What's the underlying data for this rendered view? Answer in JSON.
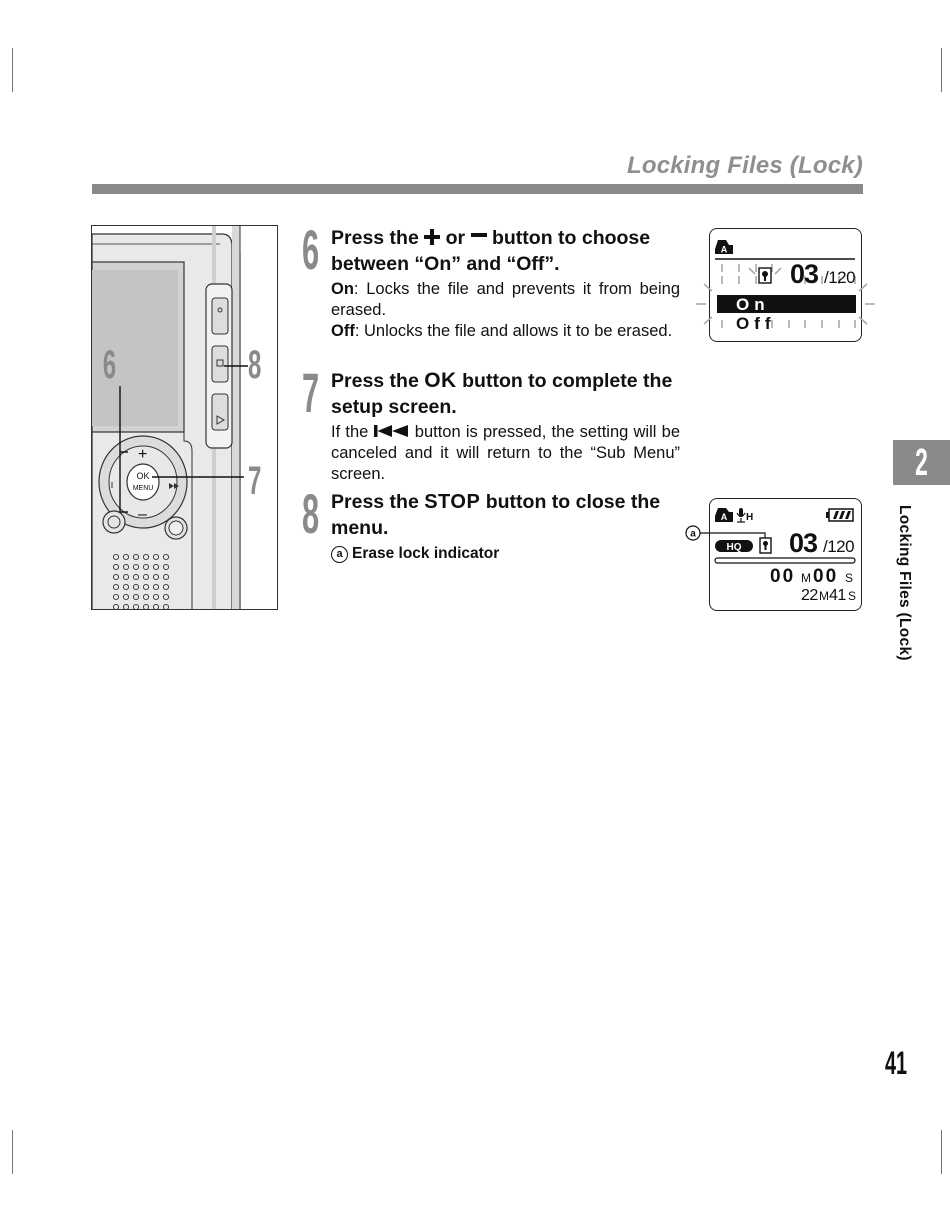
{
  "header": {
    "section_title": "Locking Files (Lock)"
  },
  "figure": {
    "callout_6": "6",
    "callout_7": "7",
    "callout_8": "8",
    "plus_label": "+",
    "minus_label": "–",
    "ok_label": "OK",
    "menu_label": "MENU"
  },
  "steps": [
    {
      "number": "6",
      "heading_pre": "Press the ",
      "heading_mid": " or ",
      "heading_post": " button to choose between “On” and “Off”.",
      "on_label": "On",
      "on_text": ": Locks the file and prevents it from being erased.",
      "off_label": "Off",
      "off_text": ": Unlocks the file and allows it to be erased."
    },
    {
      "number": "7",
      "heading_pre": "Press the ",
      "heading_key": "OK",
      "heading_post": " button to complete the setup screen.",
      "body_pre": "If the ",
      "body_post": " button is pressed, the setting will be canceled and it will return to the “Sub Menu” screen."
    },
    {
      "number": "8",
      "heading_pre": "Press the ",
      "heading_key": "STOP",
      "heading_post": " button to close the menu.",
      "legend_marker": "a",
      "legend_text": "Erase lock indicator"
    }
  ],
  "lcd_top": {
    "folder": "A",
    "file_number": "03",
    "file_total": "/120",
    "option_on": "On",
    "option_off": "Off"
  },
  "lcd_bottom": {
    "folder": "A",
    "mic_mode": "H",
    "quality": "HQ",
    "file_number": "03",
    "file_total": "/120",
    "elapsed_min": "00",
    "elapsed_min_unit": "M",
    "elapsed_sec": "00",
    "elapsed_sec_unit": "S",
    "remaining_min": "22",
    "remaining_min_unit": "M",
    "remaining_sec": "41",
    "remaining_sec_unit": "S",
    "callout_marker": "a"
  },
  "side_tab": {
    "chapter_number": "2",
    "label": "Locking Files (Lock)"
  },
  "footer": {
    "page_number": "41"
  }
}
